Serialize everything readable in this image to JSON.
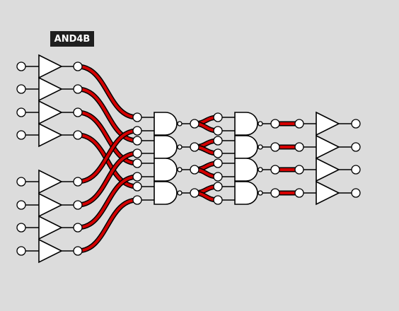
{
  "title_badge": "AND4B",
  "colors": {
    "background": "#dcdcdc",
    "wire_active": "#d40000",
    "wire_outline": "#000000",
    "port_fill": "#ffffff",
    "badge_bg": "#1f1f1f"
  },
  "components": {
    "input_buffers_a": 4,
    "input_buffers_b": 4,
    "and_gates_stage1": 4,
    "and_gates_stage2": 4,
    "output_buffers": 4
  }
}
